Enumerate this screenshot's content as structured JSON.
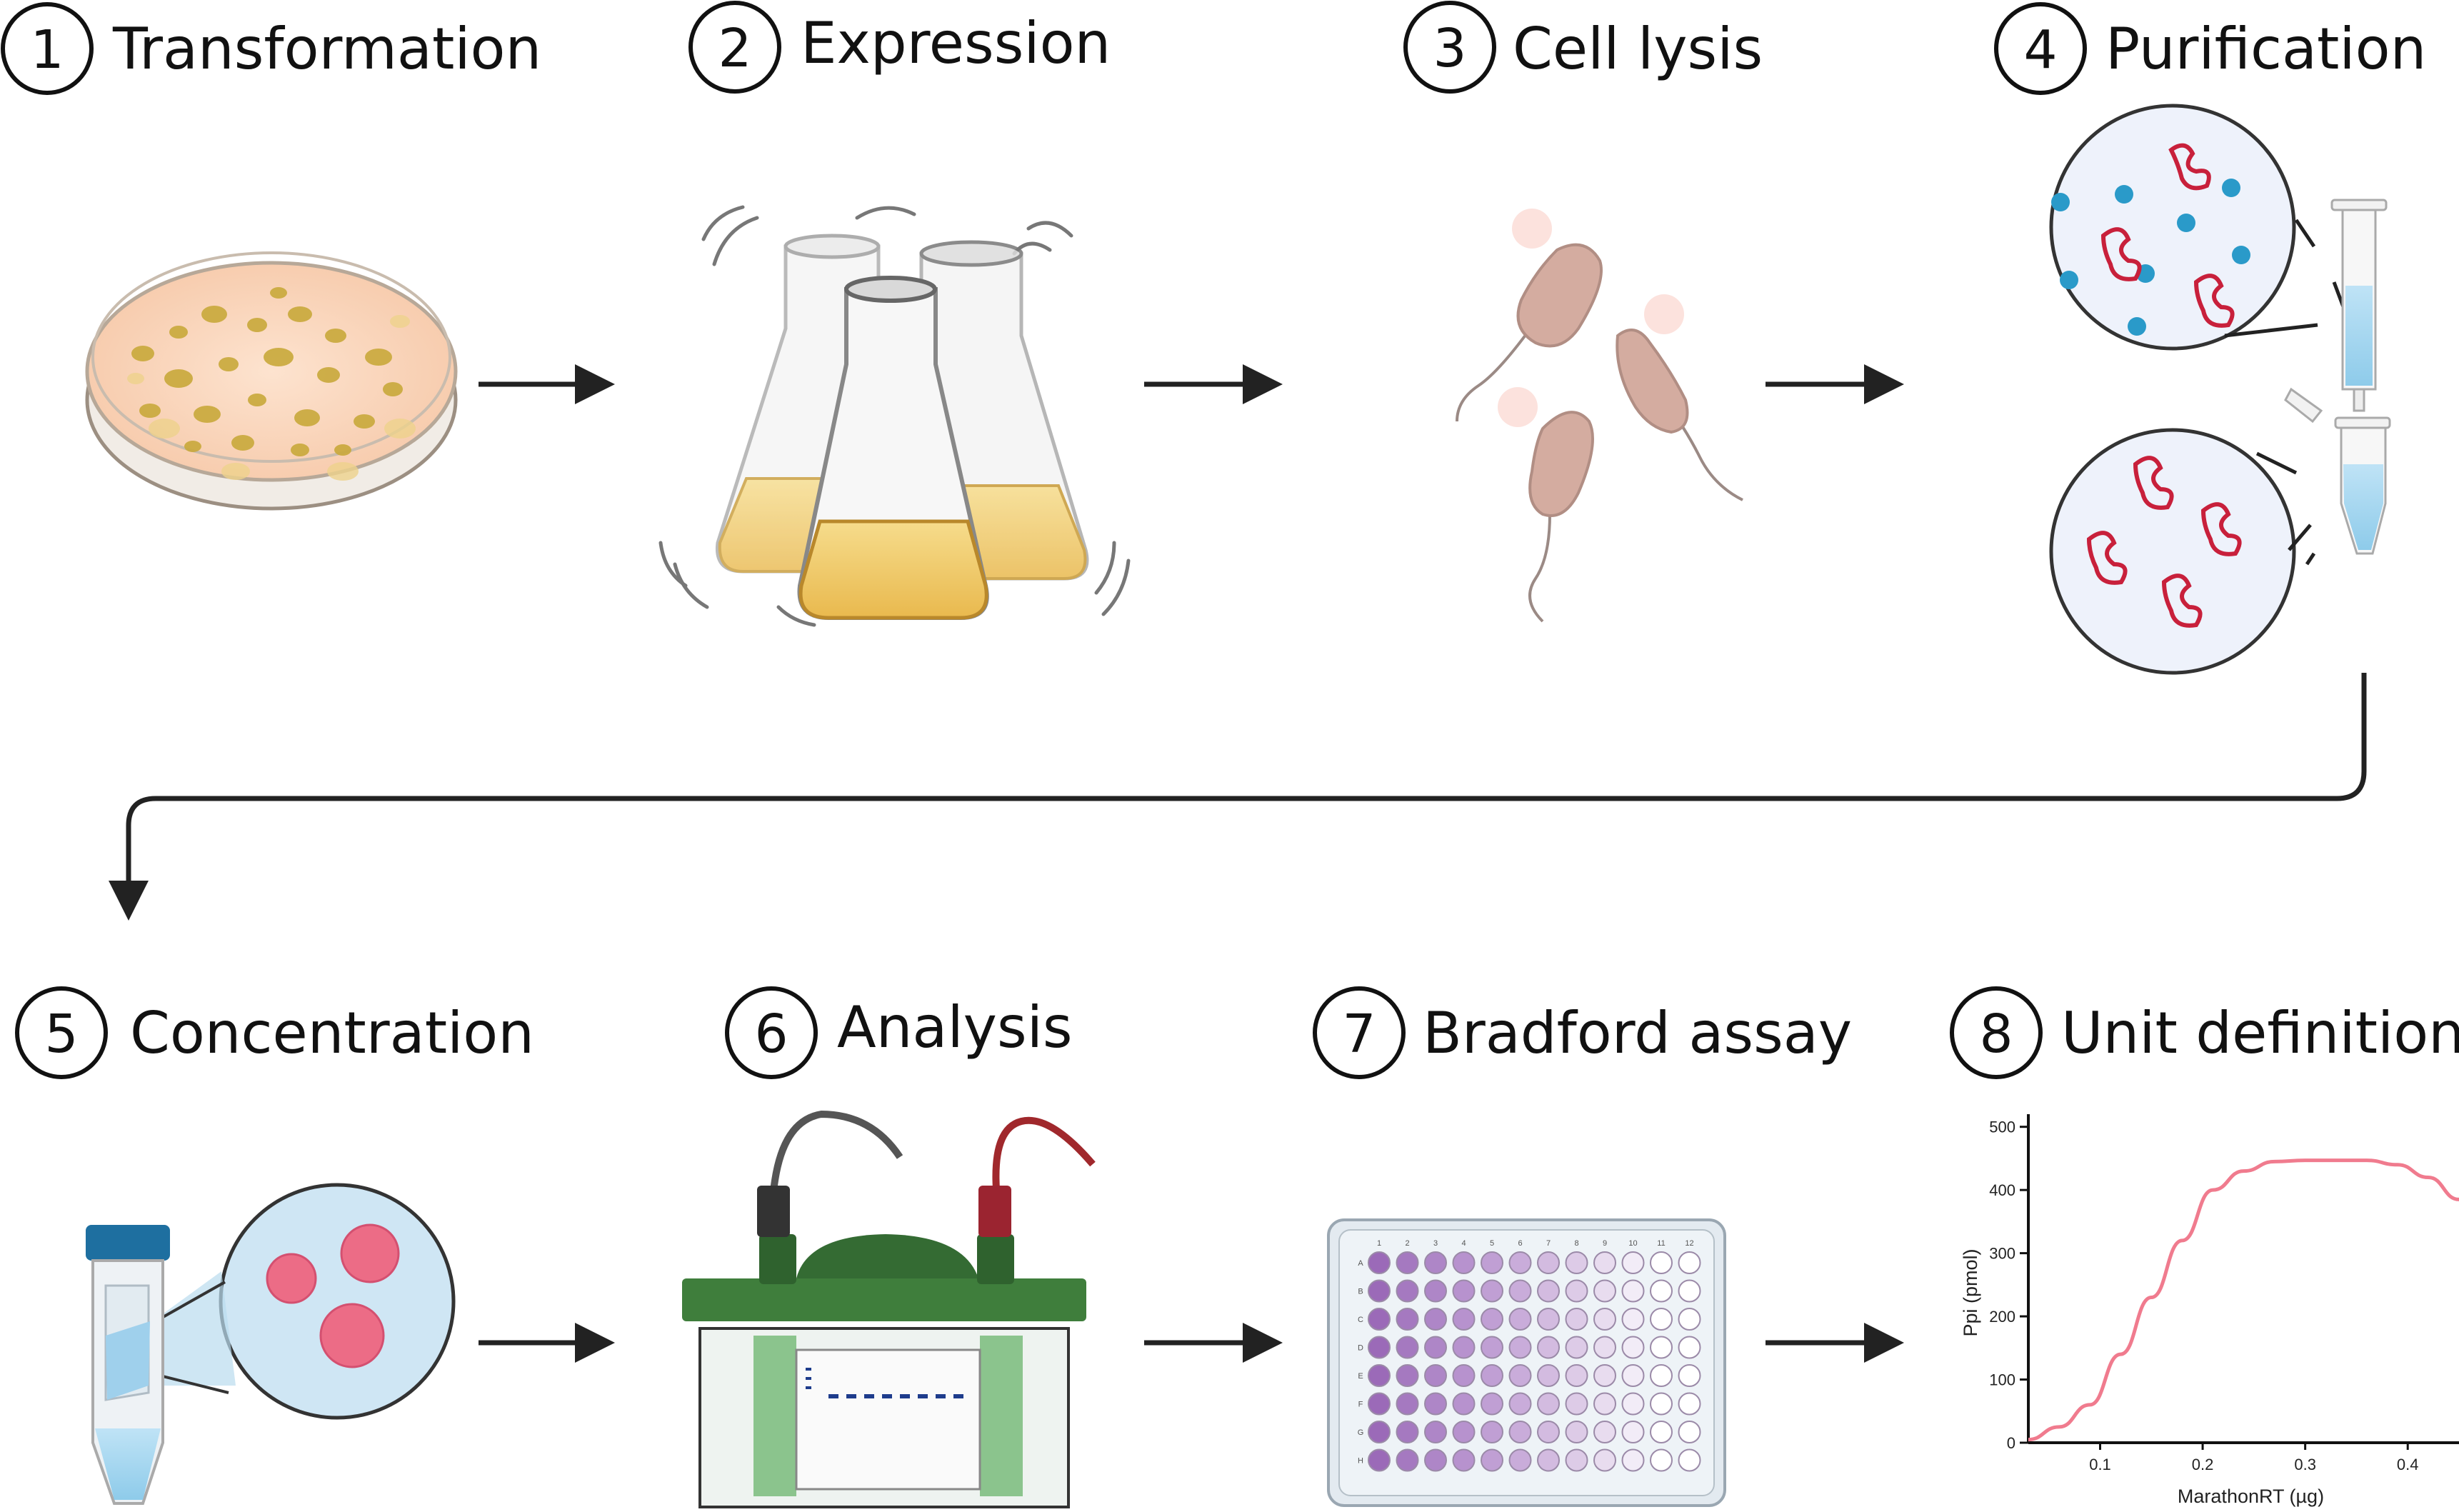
{
  "steps": [
    {
      "number": "1",
      "title": "Transformation"
    },
    {
      "number": "2",
      "title": "Expression"
    },
    {
      "number": "3",
      "title": "Cell lysis"
    },
    {
      "number": "4",
      "title": "Purification"
    },
    {
      "number": "5",
      "title": "Concentration"
    },
    {
      "number": "6",
      "title": "Analysis"
    },
    {
      "number": "7",
      "title": "Bradford assay"
    },
    {
      "number": "8",
      "title": "Unit definition"
    }
  ],
  "plate": {
    "columns": [
      "1",
      "2",
      "3",
      "4",
      "5",
      "6",
      "7",
      "8",
      "9",
      "10",
      "11",
      "12"
    ],
    "rows": [
      "A",
      "B",
      "C",
      "D",
      "E",
      "F",
      "G",
      "H"
    ],
    "column_fill_colors": [
      "#9b6ab8",
      "#a579c0",
      "#ae86c7",
      "#b792ce",
      "#c09fd4",
      "#c9acda",
      "#d3bbe0",
      "#ddcbe7",
      "#e8dcef",
      "#f2ecf7",
      "#ffffff",
      "#ffffff"
    ]
  },
  "chart_data": {
    "type": "line",
    "xlabel": "MarathonRT (µg)",
    "ylabel": "Ppi (pmol)",
    "xlim": [
      0.03,
      0.45
    ],
    "ylim": [
      0,
      520
    ],
    "xticks": [
      0.1,
      0.2,
      0.3,
      0.4
    ],
    "xtick_labels": [
      "0.1",
      "0.2",
      "0.3",
      "0.4"
    ],
    "yticks": [
      0,
      100,
      200,
      300,
      400,
      500
    ],
    "ytick_labels": [
      "0",
      "100",
      "200",
      "300",
      "400",
      "500"
    ],
    "series": [
      {
        "color": "#f07b8e",
        "x": [
          0.03,
          0.06,
          0.09,
          0.12,
          0.15,
          0.18,
          0.21,
          0.24,
          0.27,
          0.3,
          0.33,
          0.36,
          0.39,
          0.42,
          0.45
        ],
        "y": [
          5,
          25,
          60,
          140,
          230,
          320,
          400,
          430,
          445,
          447,
          447,
          447,
          440,
          420,
          385
        ]
      }
    ]
  },
  "colors": {
    "arrow": "#222222",
    "chart_line": "#f07b8e",
    "gel_box_green": "#3f7e3c",
    "protein_red": "#c8203b",
    "bead_blue": "#2a9ac9"
  }
}
